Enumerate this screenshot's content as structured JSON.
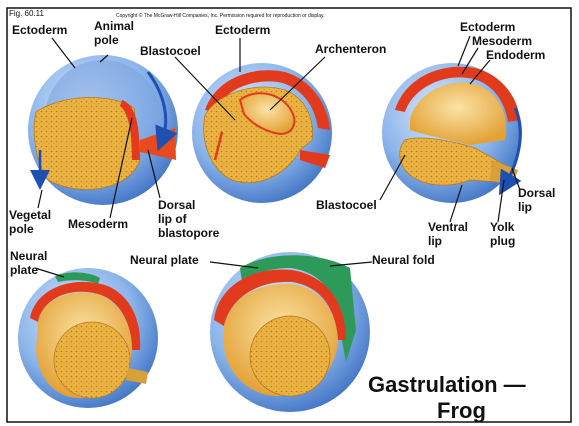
{
  "figure_number": "Fig. 60.11",
  "copyright": "Copyright © The McGraw-Hill Companies, Inc. Permission required for reproduction or display.",
  "title": {
    "line1": "Gastrulation —",
    "line2": "Frog"
  },
  "labels": {
    "ectoderm_1": "Ectoderm",
    "animal_pole_1": "Animal",
    "animal_pole_2": "pole",
    "vegetal_pole_1": "Vegetal",
    "vegetal_pole_2": "pole",
    "mesoderm_1": "Mesoderm",
    "dorsal_lip_blastopore_1": "Dorsal",
    "dorsal_lip_blastopore_2": "lip of",
    "dorsal_lip_blastopore_3": "blastopore",
    "blastocoel_1": "Blastocoel",
    "ectoderm_2": "Ectoderm",
    "archenteron": "Archenteron",
    "ectoderm_3": "Ectoderm",
    "mesoderm_3": "Mesoderm",
    "endoderm_3": "Endoderm",
    "blastocoel_3": "Blastocoel",
    "ventral_lip_1": "Ventral",
    "ventral_lip_2": "lip",
    "yolk_plug_1": "Yolk",
    "yolk_plug_2": "plug",
    "dorsal_lip_3a": "Dorsal",
    "dorsal_lip_3b": "lip",
    "neural_plate_left_1": "Neural",
    "neural_plate_left_2": "plate",
    "neural_plate_center": "Neural plate",
    "neural_fold": "Neural fold"
  },
  "colors": {
    "ectoderm": "#5b8fd6",
    "ectoderm_light": "#b9d3f2",
    "mesoderm": "#e23a1c",
    "endoderm": "#f2b33b",
    "yolk": "#e6a93a",
    "neural": "#2e9a5a",
    "arrow": "#1f4fb0"
  }
}
